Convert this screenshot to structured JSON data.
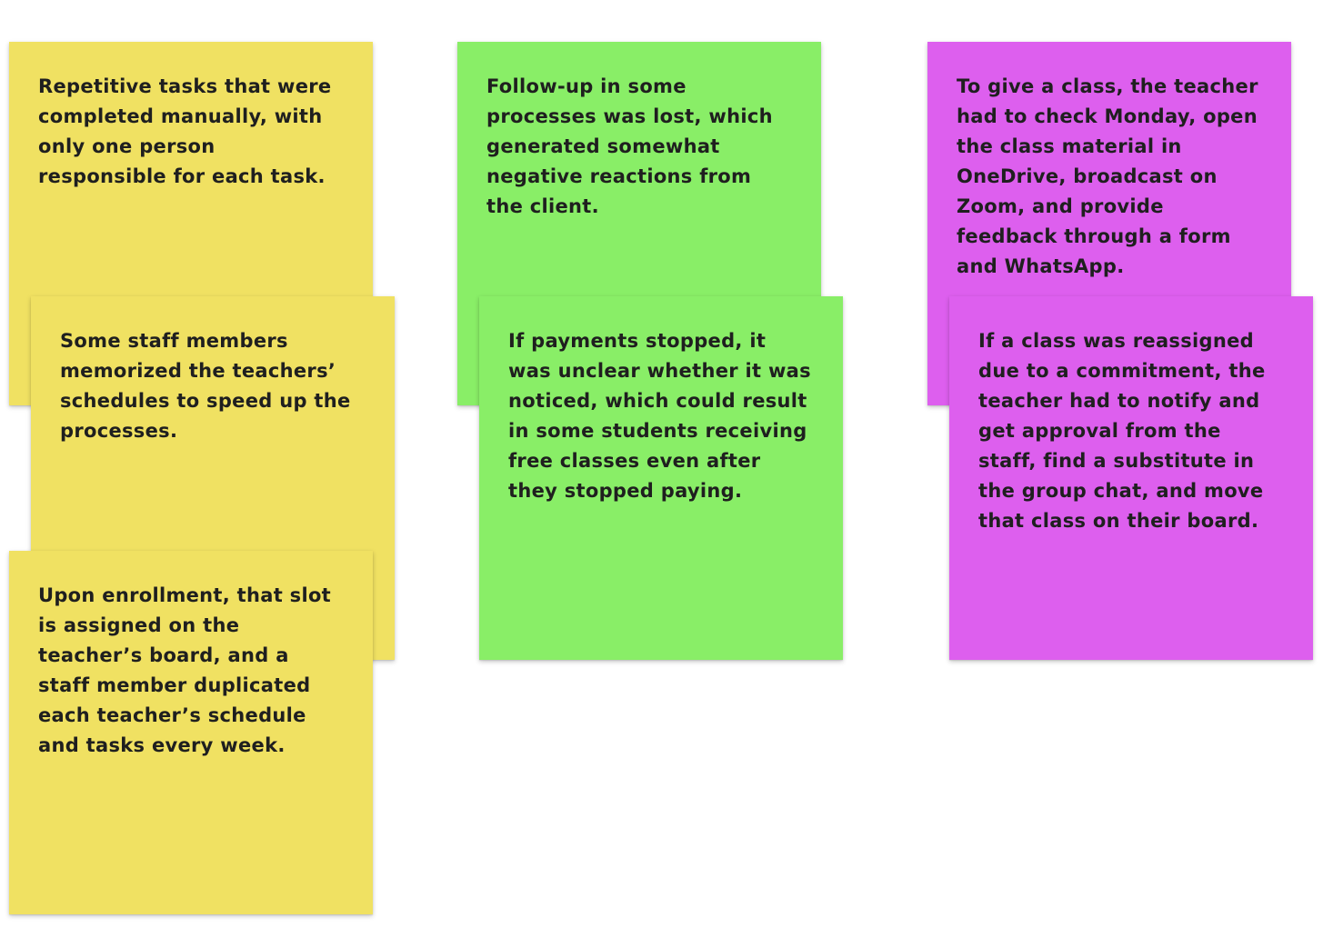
{
  "colors": {
    "yellow": "#f0e162",
    "green": "#89ee67",
    "purple": "#dd5fee"
  },
  "notes": [
    {
      "color": "yellow",
      "text": "Repetitive tasks that were completed manually, with only one person responsible for each task."
    },
    {
      "color": "yellow",
      "text": "Some staff members memorized the teachers’ schedules to speed up the processes."
    },
    {
      "color": "yellow",
      "text": "Upon enrollment, that slot is assigned on the teacher’s board, and a staff member duplicated each teacher’s schedule and tasks every week."
    },
    {
      "color": "green",
      "text": "Follow-up in some processes was lost, which generated somewhat negative reactions from the client."
    },
    {
      "color": "green",
      "text": "If payments stopped, it was unclear whether it was noticed, which could result in some students receiving free classes even after they stopped paying."
    },
    {
      "color": "purple",
      "text": "To give a class, the teacher had to check Monday, open the class material in OneDrive, broadcast on Zoom, and provide feedback through a form and WhatsApp."
    },
    {
      "color": "purple",
      "text": "If a class was reassigned due to a commitment, the teacher had to notify and get approval from the staff, find a substitute in the group chat, and move that class on their board."
    }
  ]
}
